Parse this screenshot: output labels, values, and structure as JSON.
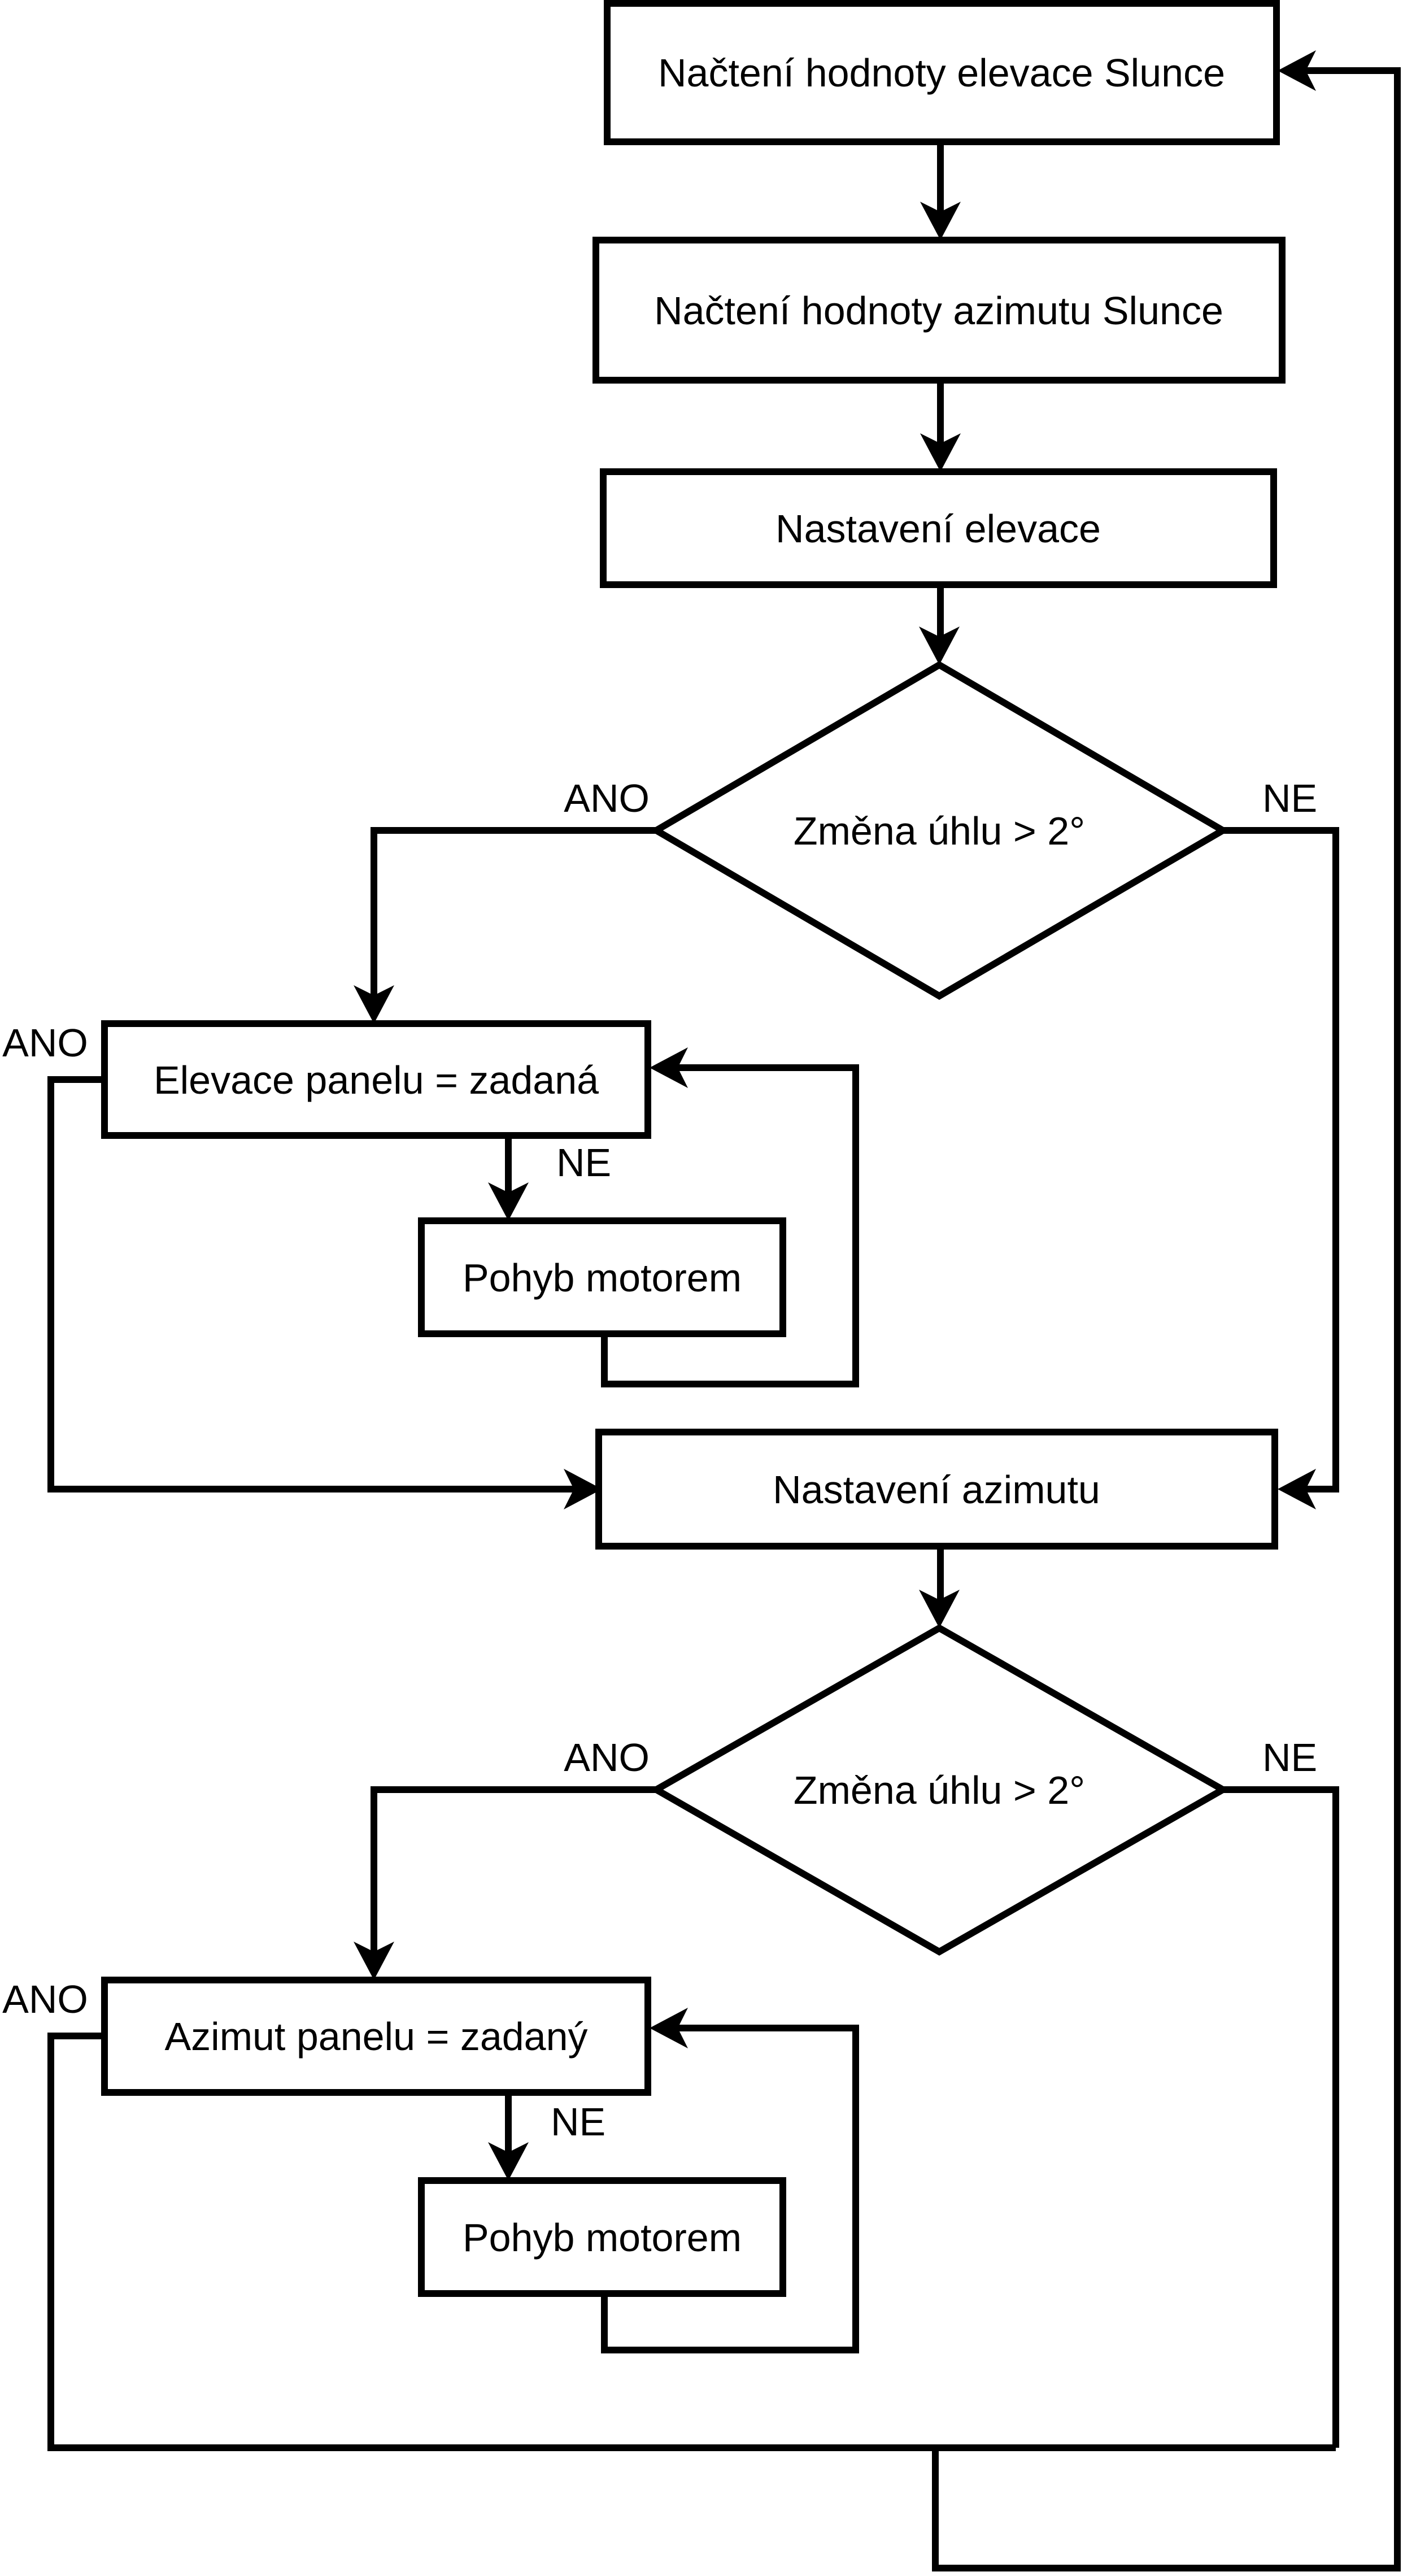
{
  "flowchart": {
    "nodes": {
      "load_elevation": "Načtení hodnoty elevace Slunce",
      "load_azimuth": "Načtení hodnoty azimutu Slunce",
      "set_elevation": "Nastavení elevace",
      "decision_elevation": "Změna úhlu > 2°",
      "elevation_panel": "Elevace panelu = zadaná",
      "motor_elevation": "Pohyb motorem",
      "set_azimuth": "Nastavení azimutu",
      "decision_azimuth": "Změna úhlu > 2°",
      "azimuth_panel": "Azimut panelu = zadaný",
      "motor_azimuth": "Pohyb motorem"
    },
    "labels": {
      "yes": "ANO",
      "no": "NE"
    },
    "colors": {
      "line": "#000000",
      "node_fill": "#ffffff",
      "text": "#000000",
      "background": "#ffffff"
    }
  }
}
